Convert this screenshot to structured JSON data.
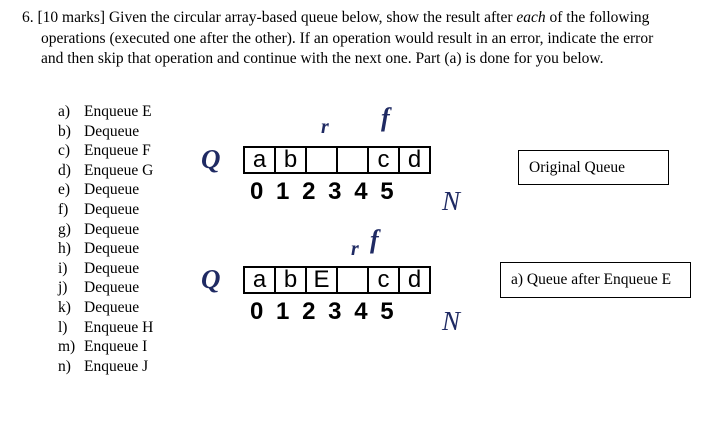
{
  "question": {
    "line1_before": "6. [10 marks] Given the circular array-based queue below, show the result after ",
    "line1_em": "each",
    "line1_after": " of the following",
    "line2": "operations (executed one after the other). If an operation would result in an error, indicate the error",
    "line3": "and then skip that operation and continue with the next one. Part (a) is done for you below."
  },
  "operations": [
    {
      "label": "a)",
      "op": "Enqueue E"
    },
    {
      "label": "b)",
      "op": "Dequeue"
    },
    {
      "label": "c)",
      "op": "Enqueue F"
    },
    {
      "label": "d)",
      "op": "Enqueue G"
    },
    {
      "label": "e)",
      "op": "Dequeue"
    },
    {
      "label": "f)",
      "op": "Dequeue"
    },
    {
      "label": "g)",
      "op": "Dequeue"
    },
    {
      "label": "h)",
      "op": "Dequeue"
    },
    {
      "label": "i)",
      "op": "Dequeue"
    },
    {
      "label": "j)",
      "op": "Dequeue"
    },
    {
      "label": "k)",
      "op": "Dequeue"
    },
    {
      "label": "l)",
      "op": "Enqueue H"
    },
    {
      "label": "m)",
      "op": "Enqueue I"
    },
    {
      "label": "n)",
      "op": "Enqueue J"
    }
  ],
  "queue_original": {
    "q_label": "Q",
    "r_label": "r",
    "f_label": "f",
    "cells": [
      "a",
      "b",
      "",
      "",
      "c",
      "d"
    ],
    "indices": "012345",
    "n_label": "N",
    "caption": "Original Queue"
  },
  "queue_after_a": {
    "q_label": "Q",
    "r_label": "r",
    "f_label": "f",
    "cells": [
      "a",
      "b",
      "E",
      "",
      "c",
      "d"
    ],
    "indices": "012345",
    "n_label": "N",
    "caption": "a) Queue after Enqueue E"
  }
}
